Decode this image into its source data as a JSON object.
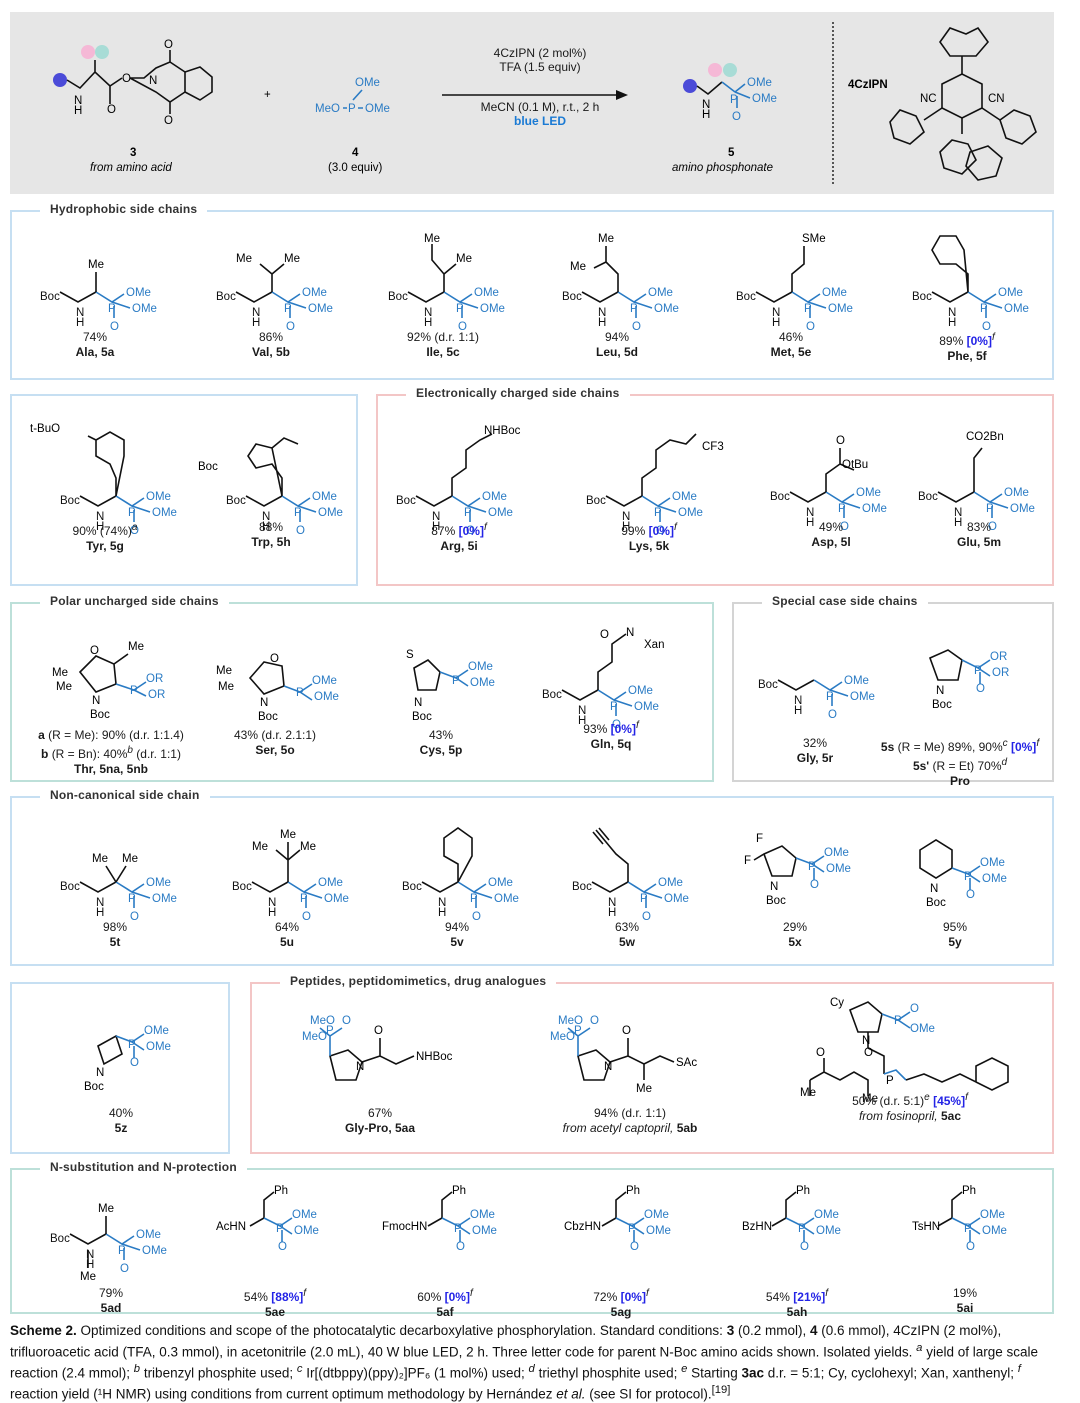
{
  "header": {
    "reagent_3": {
      "number": "3",
      "desc": "from amino acid"
    },
    "plus": "+",
    "reagent_4": {
      "number": "4",
      "equiv": "(3.0 equiv)",
      "a": "OMe",
      "b": "MeO",
      "c": "P",
      "d": "OMe"
    },
    "conditions_top": [
      "4CzIPN (2 mol%)",
      "TFA (1.5 equiv)"
    ],
    "conditions_bottom": [
      "MeCN (0.1 M), r.t., 2 h"
    ],
    "blue_led": "blue LED",
    "product_5": {
      "number": "5",
      "desc": "amino phosphonate"
    },
    "catalyst": {
      "name": "4CzIPN",
      "cn1": "NC",
      "cn2": "CN"
    }
  },
  "colors": {
    "blue": "#2a7bc4",
    "highlight": "#2323e6",
    "panel_blue": "#c6dff2",
    "panel_pink": "#f3c6c6",
    "panel_teal": "#bde0d9",
    "dot_blue": "#4b4bd8",
    "dot_pink": "#f5b8d6",
    "dot_teal": "#a8dcd6"
  },
  "panels": {
    "hydrophobic": "Hydrophobic side chains",
    "charged": "Electronically charged side chains",
    "polar": "Polar uncharged side chains",
    "special": "Special case side chains",
    "noncanonical": "Non-canonical side chain",
    "peptides": "Peptides, peptidomimetics, drug analogues",
    "nsub": "N-substitution and N-protection"
  },
  "compounds": [
    {
      "id": "5a",
      "yield": "74%",
      "label": "Ala, 5a",
      "side": "Me"
    },
    {
      "id": "5b",
      "yield": "86%",
      "label": "Val, 5b",
      "side": "Me Me"
    },
    {
      "id": "5c",
      "yield": "92% (d.r. 1:1)",
      "label": "Ile, 5c",
      "side": "Me"
    },
    {
      "id": "5d",
      "yield": "94%",
      "label": "Leu, 5d",
      "side": "Me"
    },
    {
      "id": "5e",
      "yield": "46%",
      "label": "Met, 5e",
      "side": "SMe"
    },
    {
      "id": "5f",
      "yield": "89%",
      "hl": "[0%]",
      "sup": "f",
      "label": "Phe, 5f",
      "side": ""
    },
    {
      "id": "5g",
      "yield": "90% (74%)",
      "sup": "a",
      "label": "Tyr, 5g",
      "side": "t-BuO"
    },
    {
      "id": "5h",
      "yield": "88%",
      "label": "Trp, 5h",
      "side": "Boc"
    },
    {
      "id": "5i",
      "yield": "87%",
      "hl": "[0%]",
      "sup": "f",
      "label": "Arg, 5i",
      "side": "NHBoc"
    },
    {
      "id": "5k",
      "yield": "99%",
      "hl": "[0%]",
      "sup": "f",
      "label": "Lys, 5k",
      "side": "CF3"
    },
    {
      "id": "5l",
      "yield": "49%",
      "label": "Asp, 5l",
      "side": "OtBu"
    },
    {
      "id": "5m",
      "yield": "83%",
      "label": "Glu, 5m",
      "side": "CO2Bn"
    },
    {
      "id": "5na",
      "yield_a": "(R = Me): 90% (d.r. 1:1.4)",
      "yield_b": "(R = Bn): 40%",
      "sup_b": "b",
      "yield_b2": " (d.r. 1:1)",
      "a": "a",
      "b": "b",
      "label": "Thr, 5na, 5nb"
    },
    {
      "id": "5o",
      "yield": "43% (d.r. 2.1:1)",
      "label": "Ser, 5o"
    },
    {
      "id": "5p",
      "yield": "43%",
      "label": "Cys, 5p"
    },
    {
      "id": "5q",
      "yield": "93%",
      "hl": "[0%]",
      "sup": "f",
      "label": "Gln, 5q",
      "side": "Xan"
    },
    {
      "id": "5r",
      "yield": "32%",
      "label": "Gly, 5r"
    },
    {
      "id": "5s",
      "line1a": "5s",
      "line1b": " (R = Me) 89%, 90%",
      "sup1": "c",
      "hl": "[0%]",
      "sup2": "f",
      "line2a": "5s'",
      "line2b": " (R = Et) 70%",
      "sup3": "d",
      "label": "Pro"
    },
    {
      "id": "5t",
      "yield": "98%",
      "label": "5t"
    },
    {
      "id": "5u",
      "yield": "64%",
      "label": "5u"
    },
    {
      "id": "5v",
      "yield": "94%",
      "label": "5v"
    },
    {
      "id": "5w",
      "yield": "63%",
      "label": "5w"
    },
    {
      "id": "5x",
      "yield": "29%",
      "label": "5x"
    },
    {
      "id": "5y",
      "yield": "95%",
      "label": "5y"
    },
    {
      "id": "5z",
      "yield": "40%",
      "label": "5z"
    },
    {
      "id": "5aa",
      "yield": "67%",
      "label": "Gly-Pro, 5aa",
      "side": "NHBoc"
    },
    {
      "id": "5ab",
      "yield": "94% (d.r. 1:1)",
      "sub": "from acetyl captopril,",
      "label": "5ab",
      "side": "SAc"
    },
    {
      "id": "5ac",
      "yield": "50% (d.r. 5:1)",
      "sup": "e",
      "hl": "[45%]",
      "sup2": "f",
      "sub": "from fosinopril,",
      "label": "5ac",
      "side": "Cy"
    },
    {
      "id": "5ad",
      "yield": "79%",
      "label": "5ad",
      "nsub": "Boc"
    },
    {
      "id": "5ae",
      "yield": "54%",
      "hl": "[88%]",
      "sup": "f",
      "label": "5ae",
      "nsub": "AcHN"
    },
    {
      "id": "5af",
      "yield": "60%",
      "hl": "[0%]",
      "sup": "f",
      "label": "5af",
      "nsub": "FmocHN"
    },
    {
      "id": "5ag",
      "yield": "72%",
      "hl": "[0%]",
      "sup": "f",
      "label": "5ag",
      "nsub": "CbzHN"
    },
    {
      "id": "5ah",
      "yield": "54%",
      "hl": "[21%]",
      "sup": "f",
      "label": "5ah",
      "nsub": "BzHN"
    },
    {
      "id": "5ai",
      "yield": "19%",
      "label": "5ai",
      "nsub": "TsHN"
    }
  ],
  "caption": {
    "scheme": "Scheme 2.",
    "text1": " Optimized conditions and scope of the photocatalytic decarboxylative phosphorylation. Standard conditions: ",
    "b3": "3",
    "text2": " (0.2 mmol), ",
    "b4": "4",
    "text3": " (0.6 mmol), 4CzIPN (2 mol%), trifluoroacetic acid (TFA, 0.3 mmol), in acetonitrile (2.0 mL), 40 W blue LED, 2 h. Three letter code for parent N-Boc amino acids shown. Isolated yields.",
    "sa": "a",
    "ta": " yield of large scale reaction (2.4 mmol); ",
    "sb": "b",
    "tb": " tribenzyl phosphite used; ",
    "sc": "c",
    "tc": " Ir[(dtbppy)(ppy)₂]PF₆ (1 mol%) used; ",
    "sd": "d",
    "td": " triethyl phosphite used; ",
    "se": "e",
    "te1": " Starting ",
    "b3ac": "3ac",
    "te2": " d.r. = 5:1; Cy, cyclohexyl; Xan, xanthenyl; ",
    "sf": "f",
    "tf": " reaction yield (¹H NMR) using conditions from current optimum methodology by Hernández ",
    "etal": "et al.",
    "tf2": " (see SI for protocol).",
    "ref": "[19]"
  }
}
